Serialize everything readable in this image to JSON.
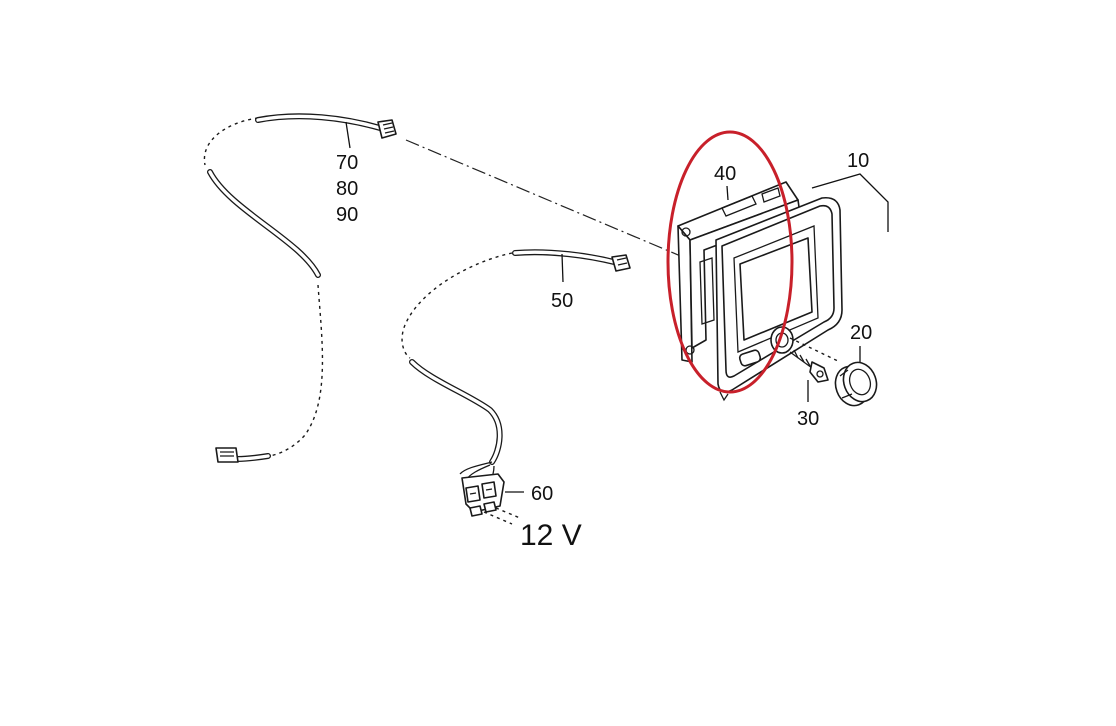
{
  "labels": {
    "part_10": "10",
    "part_20": "20",
    "part_30": "30",
    "part_40": "40",
    "part_50": "50",
    "part_60": "60",
    "part_70": "70",
    "part_80": "80",
    "part_90": "90",
    "voltage": "12 V"
  },
  "colors": {
    "highlight": "#c8202a",
    "line": "#1a1a1a",
    "background": "#ffffff"
  }
}
